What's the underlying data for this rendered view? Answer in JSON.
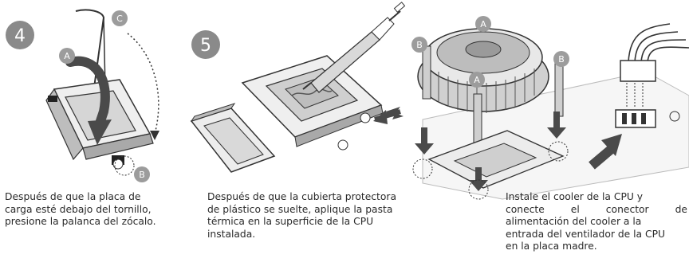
{
  "steps": [
    {
      "number": "4",
      "callouts": [
        "A",
        "B",
        "C"
      ],
      "caption_lines": [
        "Después de que la placa de",
        "carga esté debajo del tornillo,",
        "presione la palanca del zócalo."
      ]
    },
    {
      "number": "5",
      "callouts": [],
      "caption_lines": [
        "Después de que la cubierta protectora",
        "de plástico se suelte, aplique la pasta",
        "térmica en la superficie de la CPU",
        "instalada."
      ]
    },
    {
      "number": "",
      "callouts": [
        "A",
        "B",
        "A",
        "B"
      ],
      "caption_lines": [
        "Instale el cooler de la CPU y",
        "conecte el conector de",
        "alimentación del cooler a la",
        "entrada del ventilador de la CPU",
        "en la placa madre."
      ]
    }
  ],
  "colors": {
    "step_badge": "#8a8a8a",
    "callout_badge": "#9c9c9c",
    "arrow": "#4a4a4a",
    "line": "#333333",
    "socket_fill": "#e8e8e8",
    "cpu_fill": "#cfcfcf",
    "paste_fill": "#d9d9d9"
  },
  "icons": [
    "curved-arrow-icon",
    "dotted-arc-icon",
    "straight-arrow-icon",
    "dotted-circle-icon"
  ]
}
